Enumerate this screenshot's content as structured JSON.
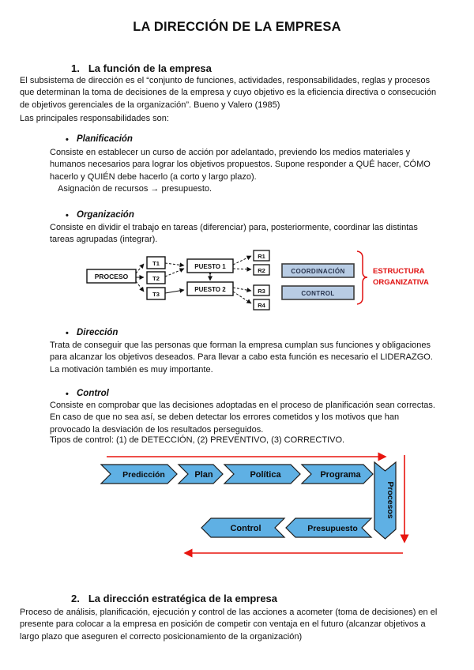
{
  "page": {
    "title": "LA DIRECCIÓN DE LA EMPRESA"
  },
  "section1": {
    "heading_number": "1.",
    "heading_text": "La función de la empresa",
    "intro_lines": [
      "El subsistema de dirección es el “conjunto de funciones, actividades, responsabilidades, reglas y procesos",
      "que determinan la toma de decisiones de la empresa y cuyo objetivo es la eficiencia directiva o consecución",
      "de objetivos gerenciales de la organización”. Bueno y Valero (1985)"
    ],
    "responsibilities_label": "Las principales responsabilidades son:",
    "bullets": [
      {
        "title": "Planificación",
        "body": [
          "Consiste en establecer un curso de acción por adelantado, previendo los medios materiales y",
          "humanos necesarios para lograr los objetivos propuestos. Supone responder a QUÉ hacer, CÓMO",
          "hacerlo y QUIÉN debe hacerlo (a corto y largo plazo)."
        ],
        "extra": "Asignación de recursos → presupuesto."
      },
      {
        "title": "Organización",
        "body": [
          "Consiste en dividir el trabajo en tareas (diferenciar) para, posteriormente, coordinar las distintas",
          "tareas agrupadas (integrar)."
        ]
      },
      {
        "title": "Dirección",
        "body": [
          "Trata de conseguir que las personas que forman la empresa cumplan sus funciones y obligaciones",
          "para alcanzar los objetivos deseados. Para llevar a cabo esta función es necesario el LIDERAZGO.",
          "La motivación también es muy importante."
        ]
      },
      {
        "title": "Control",
        "body": [
          "Consiste en comprobar que las decisiones adoptadas en el proceso de planificación sean correctas.",
          "En caso de que no sea así, se deben detectar los errores cometidos y los motivos que han",
          "provocado la desviación de los resultados perseguidos."
        ],
        "extra": "Tipos de control: (1) de DETECCIÓN, (2) PREVENTIVO, (3) CORRECTIVO."
      }
    ]
  },
  "diagram_org": {
    "process": "PROCESO",
    "tasks": [
      "T1",
      "T2",
      "T3"
    ],
    "positions": [
      "PUESTO 1",
      "PUESTO 2"
    ],
    "results": [
      "R1",
      "R2",
      "R3",
      "R4"
    ],
    "side_boxes": [
      "COORDINACIÓN",
      "CONTROL"
    ],
    "brace_label_line1": "ESTRUCTURA",
    "brace_label_line2": "ORGANIZATIVA",
    "colors": {
      "side_box_fill": "#b8cce4",
      "label_red": "#e01010"
    }
  },
  "diagram_flow": {
    "top_row": [
      "Predicción",
      "Plan",
      "Política",
      "Programa"
    ],
    "vertical_label": "Procesos",
    "bottom_row": [
      "Control",
      "Presupuesto"
    ],
    "colors": {
      "chevron_fill": "#5fb0e4",
      "chevron_stroke": "#1c1c1c",
      "arrow_red": "#e8150f"
    }
  },
  "section2": {
    "heading_number": "2.",
    "heading_text": "La dirección estratégica de la empresa",
    "body": [
      "Proceso de análisis, planificación, ejecución y control de las acciones a acometer (toma de decisiones) en el",
      "presente para colocar a la empresa en posición de competir con ventaja en el futuro (alcanzar objetivos a",
      "largo plazo que aseguren el correcto posicionamiento de la organización)"
    ]
  }
}
